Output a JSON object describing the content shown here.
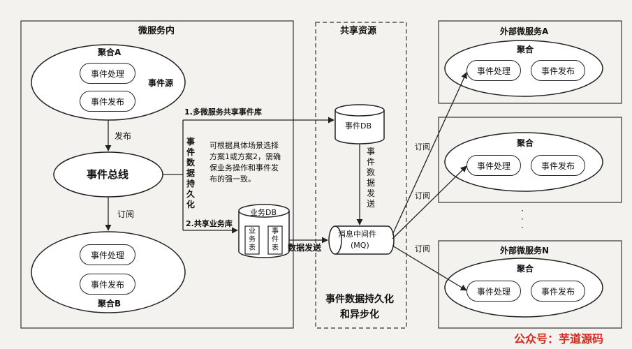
{
  "colors": {
    "background": "#f4f2ef",
    "watermark": "#d4291f",
    "stroke": "#222222"
  },
  "microservice": {
    "title": "微服务内",
    "aggregate_a": {
      "title": "聚合A",
      "handle": "事件处理",
      "publish": "事件发布",
      "source": "事件源"
    },
    "publish_label": "发布",
    "bus": "事件总线",
    "subscribe_label": "订阅",
    "aggregate_b": {
      "title": "聚合B",
      "handle": "事件处理",
      "publish": "事件发布"
    }
  },
  "persistence": {
    "vertical_label": "事件数据持久化",
    "option1": "1.多微服务共享事件库",
    "note_lines": [
      "可根据具体场景选择",
      "方案1或方案2，需确",
      "保业务操作和事件发",
      "布的强一致。"
    ],
    "option2": "2.共享业务库"
  },
  "shared": {
    "title": "共享资源",
    "event_db": "事件DB",
    "send_label": "事件数据发送",
    "business_db": "业务DB",
    "business_table": "业务表",
    "event_table": "事件表",
    "data_send": "数据发送",
    "mq_line1": "消息中间件",
    "mq_line2": "(MQ)",
    "footer_line1": "事件数据持久化",
    "footer_line2": "和异步化"
  },
  "external": {
    "service_a": {
      "title": "外部微服务A",
      "aggregate": "聚合",
      "handle": "事件处理",
      "publish": "事件发布"
    },
    "service_2": {
      "aggregate": "聚合",
      "handle": "事件处理",
      "publish": "事件发布"
    },
    "dots": "·\n·\n·",
    "service_n": {
      "title": "外部微服务N",
      "aggregate": "聚合",
      "handle": "事件处理",
      "publish": "事件发布"
    },
    "subscribe_1": "订阅",
    "subscribe_2": "订阅",
    "subscribe_3": "订阅"
  },
  "watermark": "公众号：芋道源码"
}
